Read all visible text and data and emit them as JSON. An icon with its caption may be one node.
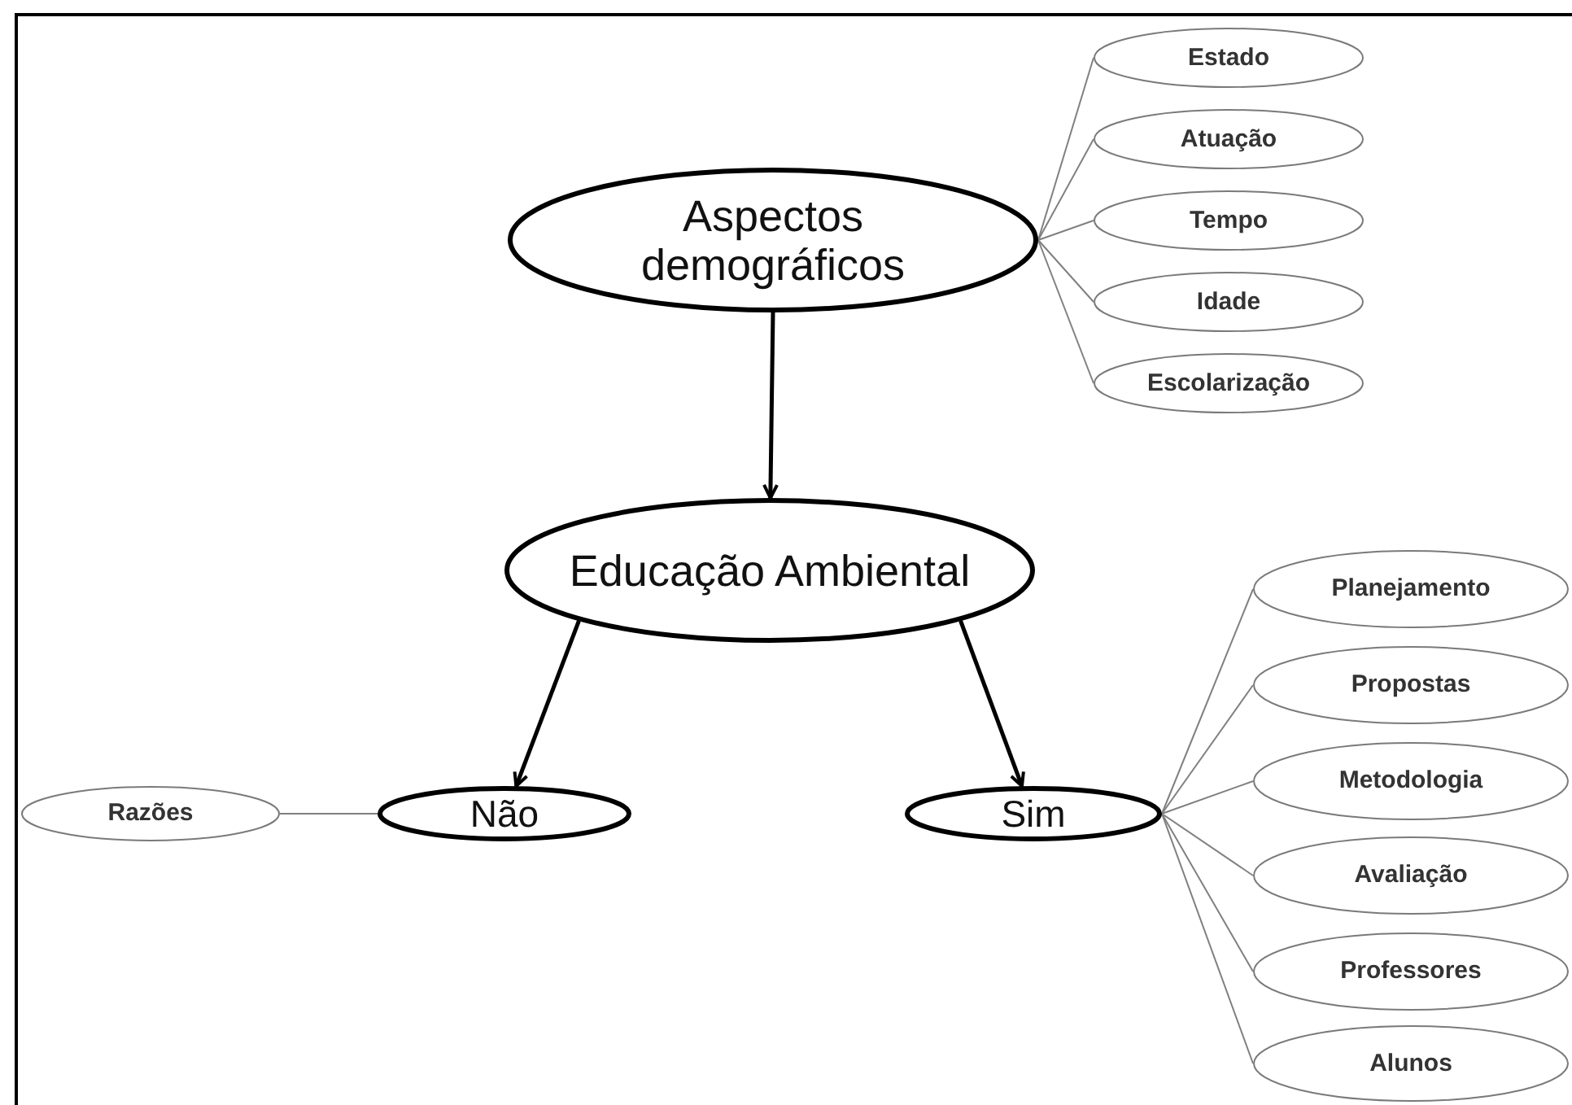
{
  "diagram": {
    "nodes": [
      {
        "text": [
          "Aspectos demográficos"
        ]
      },
      {
        "text": [
          "Estado"
        ]
      },
      {
        "text": [
          "Atuação"
        ]
      },
      {
        "text": [
          "Tempo"
        ]
      },
      {
        "text": [
          "Idade"
        ]
      },
      {
        "text": [
          "Escolarização"
        ]
      },
      {
        "text": [
          "Educação Ambiental"
        ]
      },
      {
        "text": [
          "Não"
        ]
      },
      {
        "text": [
          "Razões"
        ]
      },
      {
        "text": [
          "Sim"
        ]
      },
      {
        "text": [
          "Planejamento"
        ]
      },
      {
        "text": [
          "Propostas"
        ]
      },
      {
        "text": [
          "Metodologia"
        ]
      },
      {
        "text": [
          "Avaliação"
        ]
      },
      {
        "text": [
          "Professores"
        ]
      },
      {
        "text": [
          "Alunos"
        ]
      }
    ],
    "edges": [
      {
        "from": 0,
        "to": 6,
        "arrow": "to",
        "style": "thick",
        "color": "#000000"
      },
      {
        "from": 6,
        "to": 7,
        "arrow": "to",
        "style": "thick",
        "color": "#000000"
      },
      {
        "from": 6,
        "to": 9,
        "arrow": "to",
        "style": "thick",
        "color": "#000000"
      },
      {
        "from": 0,
        "to": 1,
        "arrow": "none"
      },
      {
        "from": 0,
        "to": 2,
        "arrow": "none"
      },
      {
        "from": 0,
        "to": 3,
        "arrow": "none"
      },
      {
        "from": 0,
        "to": 4,
        "arrow": "none"
      },
      {
        "from": 0,
        "to": 5,
        "arrow": "none"
      },
      {
        "from": 7,
        "to": 8,
        "arrow": "none"
      },
      {
        "from": 9,
        "to": 10,
        "arrow": "none"
      },
      {
        "from": 9,
        "to": 11,
        "arrow": "none"
      },
      {
        "from": 9,
        "to": 12,
        "arrow": "none"
      },
      {
        "from": 9,
        "to": 13,
        "arrow": "none"
      },
      {
        "from": 9,
        "to": 14,
        "arrow": "none"
      },
      {
        "from": 9,
        "to": 15,
        "arrow": "none"
      }
    ]
  }
}
